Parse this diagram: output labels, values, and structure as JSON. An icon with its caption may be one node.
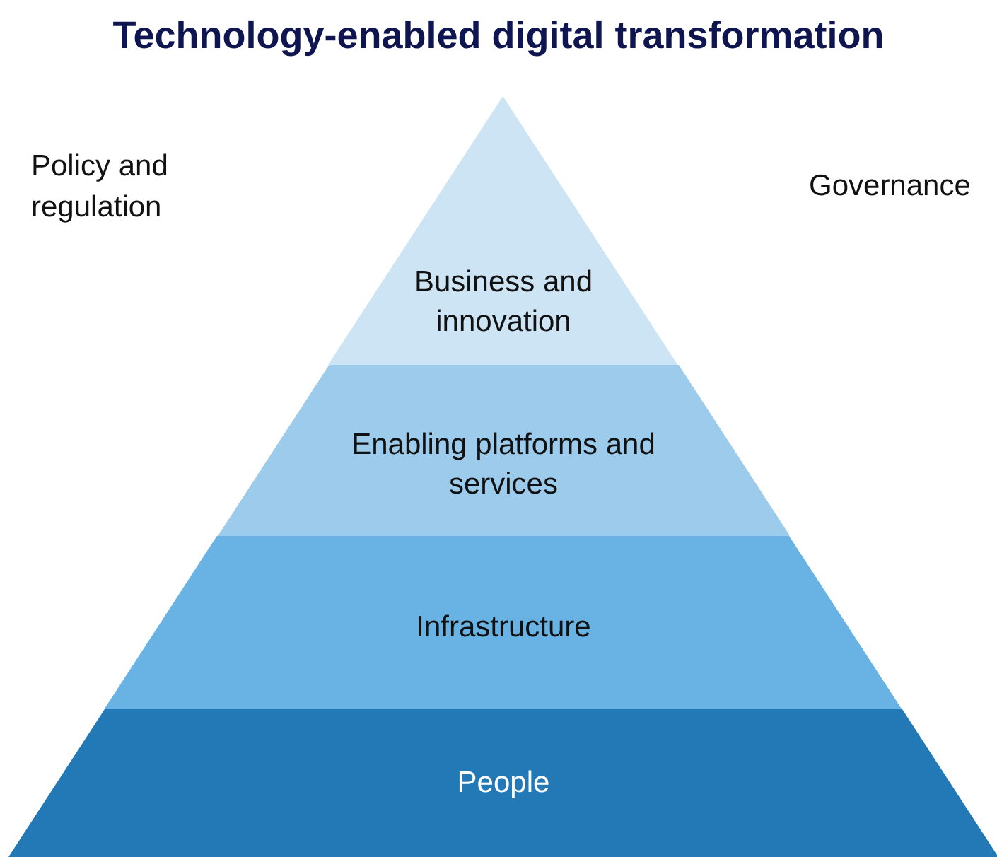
{
  "diagram": {
    "title": "Technology-enabled digital transformation",
    "nodes": [
      {
        "text": [
          "Business and innovation"
        ]
      },
      {
        "text": [
          "Enabling platforms and services"
        ]
      },
      {
        "text": [
          "Infrastructure"
        ]
      },
      {
        "text": [
          "People"
        ]
      }
    ],
    "labels": [
      "Policy and regulation",
      "Governance"
    ]
  }
}
